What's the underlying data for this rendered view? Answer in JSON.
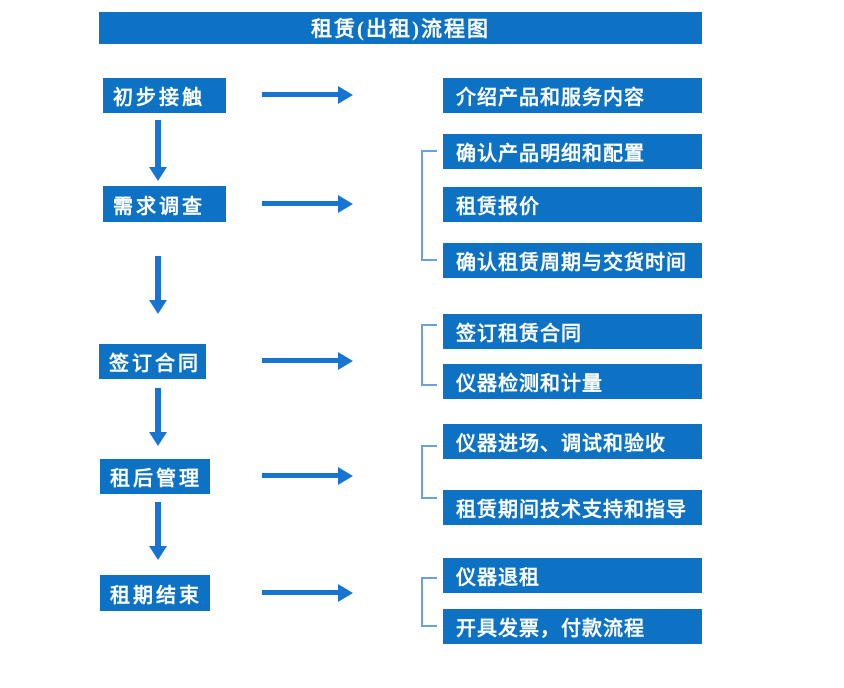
{
  "title": "租赁(出租)流程图",
  "colors": {
    "box_blue": "#0d72c3",
    "arrow_blue": "#1774d1",
    "bracket_blue": "#6d9fd8",
    "text_white": "#ffffff",
    "background": "#ffffff"
  },
  "stages": [
    {
      "label": "初步接触",
      "outputs": [
        "介绍产品和服务内容"
      ]
    },
    {
      "label": "需求调查",
      "outputs": [
        "确认产品明细和配置",
        "租赁报价",
        "确认租赁周期与交货时间"
      ]
    },
    {
      "label": "签订合同",
      "outputs": [
        "签订租赁合同",
        "仪器检测和计量"
      ]
    },
    {
      "label": "租后管理",
      "outputs": [
        "仪器进场、调试和验收",
        "租赁期间技术支持和指导"
      ]
    },
    {
      "label": "租期结束",
      "outputs": [
        "仪器退租",
        "开具发票，付款流程"
      ]
    }
  ]
}
